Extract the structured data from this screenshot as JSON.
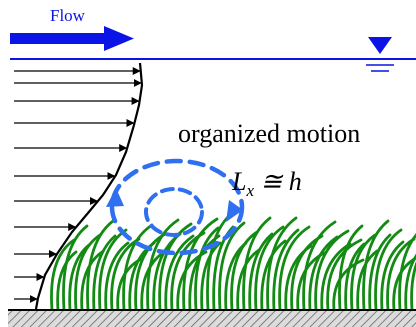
{
  "labels": {
    "flow": "Flow",
    "organized_motion": "organized motion",
    "scale_symbol": "L",
    "scale_subscript": "x",
    "scale_relation": " ≅ h"
  },
  "icons": {
    "flow_arrow": "flow-arrow-icon",
    "water_surface": "water-surface-triangle-icon",
    "vortex": "dashed-vortex-icon",
    "vegetation": "vegetation-blades-icon",
    "bed": "hatched-bed-icon"
  },
  "colors": {
    "blue": "#0b14e6",
    "vortex": "#2f6ff0",
    "vegetation": "#138a13",
    "black": "#000000",
    "bed": "#d9d9d9",
    "hatch": "#555555"
  }
}
